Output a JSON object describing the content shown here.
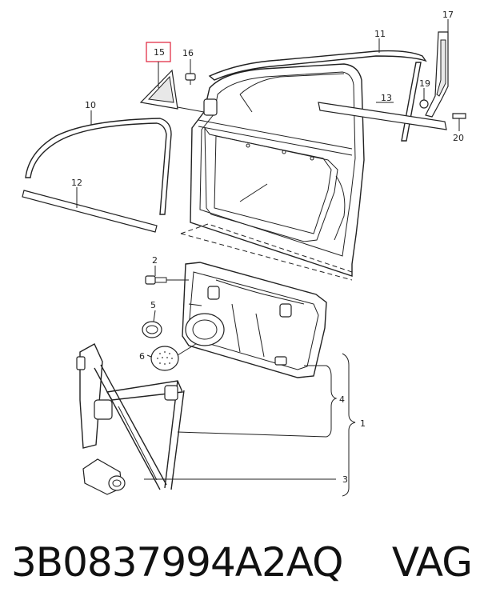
{
  "callouts": {
    "c1": "1",
    "c2": "2",
    "c3": "3",
    "c4": "4",
    "c5": "5",
    "c6": "6",
    "c10": "10",
    "c11": "11",
    "c12": "12",
    "c13": "13",
    "c15": "15",
    "c16": "16",
    "c17": "17",
    "c19": "19",
    "c20": "20"
  },
  "highlight_color": "#e0203a",
  "footer": {
    "part_number": "3B0837994A2AQ",
    "brand": "VAG"
  }
}
